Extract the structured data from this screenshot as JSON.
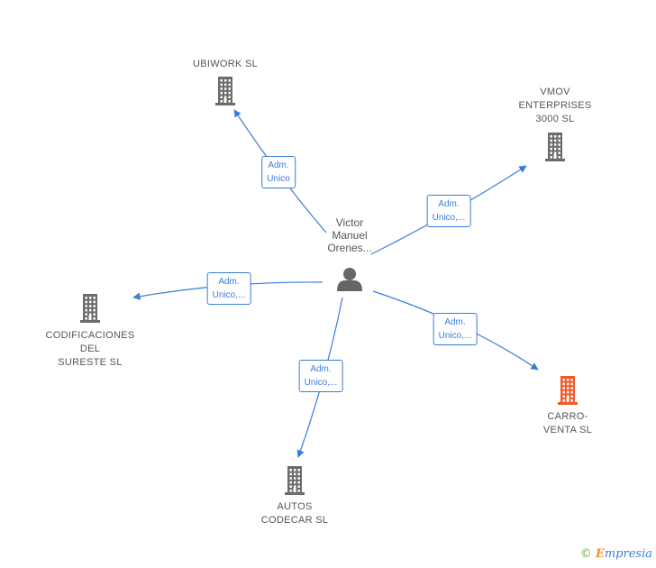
{
  "person": {
    "name_lines": [
      "Victor",
      "Manuel",
      "Orenes..."
    ],
    "icon": "person-icon",
    "color": "#666666"
  },
  "companies": [
    {
      "id": "ubiwork",
      "label_lines": [
        "UBIWORK  SL"
      ],
      "icon": "building-icon",
      "color": "#6b6b6b"
    },
    {
      "id": "vmov",
      "label_lines": [
        "VMOV",
        "ENTERPRISES",
        "3000  SL"
      ],
      "icon": "building-icon",
      "color": "#6b6b6b"
    },
    {
      "id": "codificaciones",
      "label_lines": [
        "CODIFICACIONES",
        "DEL",
        "SURESTE  SL"
      ],
      "icon": "building-icon",
      "color": "#6b6b6b"
    },
    {
      "id": "carroventa",
      "label_lines": [
        "CARRO-",
        "VENTA  SL"
      ],
      "icon": "building-icon",
      "color": "#f05a28"
    },
    {
      "id": "autos",
      "label_lines": [
        "AUTOS",
        "CODECAR  SL"
      ],
      "icon": "building-icon",
      "color": "#6b6b6b"
    }
  ],
  "relations": [
    {
      "to": "ubiwork",
      "lines": [
        "Adm.",
        "Unico"
      ]
    },
    {
      "to": "vmov",
      "lines": [
        "Adm.",
        "Unico,..."
      ]
    },
    {
      "to": "codificaciones",
      "lines": [
        "Adm.",
        "Unico,..."
      ]
    },
    {
      "to": "carroventa",
      "lines": [
        "Adm.",
        "Unico,..."
      ]
    },
    {
      "to": "autos",
      "lines": [
        "Adm.",
        "Unico,..."
      ]
    }
  ],
  "colors": {
    "edge": "#3a7dd8"
  },
  "watermark": {
    "symbol": "©",
    "brand_initial": "E",
    "brand_rest": "mpresia"
  }
}
